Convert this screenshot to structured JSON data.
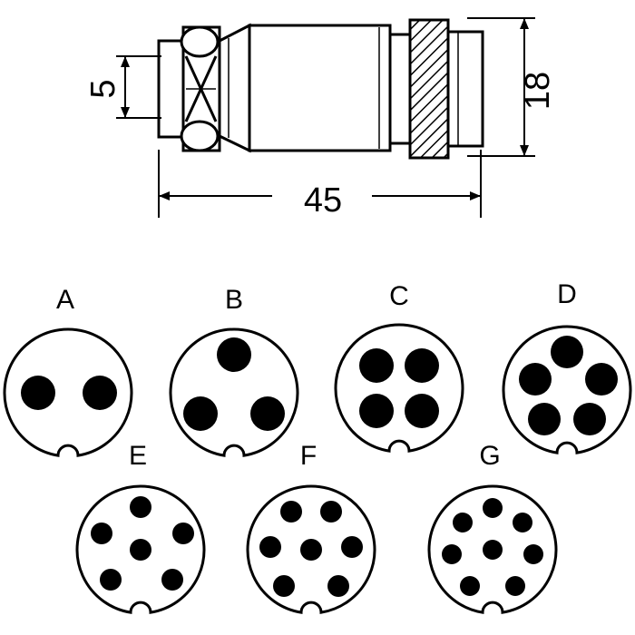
{
  "drawing": {
    "stroke_color": "#000000",
    "fill_color": "#000000",
    "background": "#ffffff"
  },
  "dimensions": {
    "diameter_inner": "5",
    "length_total": "45",
    "diameter_outer": "18"
  },
  "pinouts": [
    {
      "label": "A",
      "pins": 2
    },
    {
      "label": "B",
      "pins": 3
    },
    {
      "label": "C",
      "pins": 4
    },
    {
      "label": "D",
      "pins": 5
    },
    {
      "label": "E",
      "pins": 6
    },
    {
      "label": "F",
      "pins": 7
    },
    {
      "label": "G",
      "pins": 8
    }
  ]
}
